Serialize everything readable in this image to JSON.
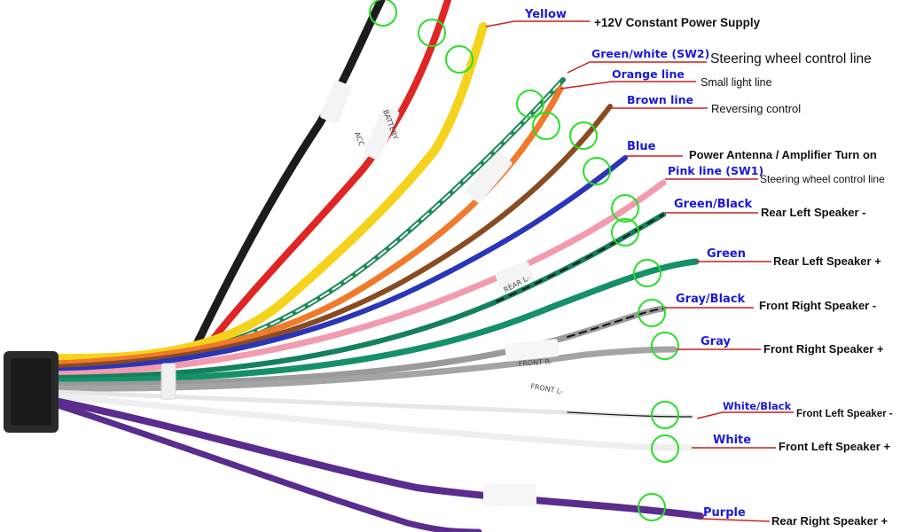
{
  "wires": [
    {
      "id": "yellow",
      "color_name": "Yellow",
      "function": "+12V Constant Power Supply",
      "wire_color": "#f5d31c",
      "stripe": null
    },
    {
      "id": "green-white",
      "color_name": "Green/white  (SW2)",
      "function": "Steering wheel control line",
      "wire_color": "#1f8a5a",
      "stripe": "#ffffff"
    },
    {
      "id": "orange",
      "color_name": "Orange line",
      "function": "Small light line",
      "wire_color": "#f07a2a",
      "stripe": null
    },
    {
      "id": "brown",
      "color_name": "Brown line",
      "function": "Reversing control",
      "wire_color": "#8a4b22",
      "stripe": null
    },
    {
      "id": "blue",
      "color_name": "Blue",
      "function": "Power Antenna / Amplifier Turn on",
      "wire_color": "#2a35b8",
      "stripe": null
    },
    {
      "id": "pink",
      "color_name": "Pink line (SW1)",
      "function": "Steering wheel control line",
      "wire_color": "#f29aae",
      "stripe": null
    },
    {
      "id": "green-black",
      "color_name": "Green/Black",
      "function": "Rear Left Speaker -",
      "wire_color": "#14805e",
      "stripe": "#111111"
    },
    {
      "id": "green",
      "color_name": "Green",
      "function": "Rear Left Speaker +",
      "wire_color": "#15906a",
      "stripe": null
    },
    {
      "id": "gray-black",
      "color_name": "Gray/Black",
      "function": "Front Right Speaker -",
      "wire_color": "#9a9a9a",
      "stripe": "#111111"
    },
    {
      "id": "gray",
      "color_name": "Gray",
      "function": "Front Right Speaker +",
      "wire_color": "#a4a4a4",
      "stripe": null
    },
    {
      "id": "white-black",
      "color_name": "White/Black",
      "function": "Front Left Speaker -",
      "wire_color": "#eeeeee",
      "stripe": "#111111"
    },
    {
      "id": "white",
      "color_name": "White",
      "function": "Front Left Speaker +",
      "wire_color": "#f2f2f2",
      "stripe": null
    },
    {
      "id": "purple",
      "color_name": "Purple",
      "function": "Rear Right Speaker +",
      "wire_color": "#5a2c8e",
      "stripe": null
    }
  ],
  "sleeve_labels": [
    "ACC",
    "BATTERY",
    "REAR L-",
    "FRONT R-",
    "FRONT L-"
  ],
  "colors": {
    "label_text": "#1a1adb",
    "leader_line": "#cc1f1f",
    "highlight_circle": "#27e027",
    "connector": "#2a2a2a"
  }
}
